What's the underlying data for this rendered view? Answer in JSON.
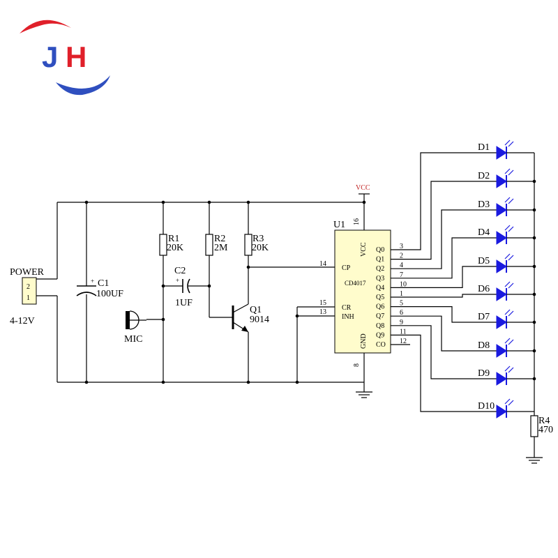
{
  "logo": {
    "left": "J",
    "right": "H",
    "colors": {
      "red": "#e0202a",
      "blue": "#2f4fbf"
    }
  },
  "power": {
    "title": "POWER",
    "pin_top": "2",
    "pin_bottom": "1",
    "voltage": "4-12V"
  },
  "c1": {
    "ref": "C1",
    "value": "100UF",
    "polarity": "+"
  },
  "mic": {
    "label": "MIC"
  },
  "r1": {
    "ref": "R1",
    "value": "20K"
  },
  "r2": {
    "ref": "R2",
    "value": "2M"
  },
  "r3": {
    "ref": "R3",
    "value": "20K"
  },
  "c2": {
    "ref": "C2",
    "value": "1UF",
    "polarity": "+"
  },
  "q1": {
    "ref": "Q1",
    "value": "9014"
  },
  "vcc": {
    "label": "VCC"
  },
  "u1": {
    "ref": "U1",
    "part": "CD4017",
    "pin_vcc_num": "16",
    "pin_gnd_num": "8",
    "left_pins": [
      {
        "name": "CP",
        "num": "14"
      },
      {
        "name": "CR",
        "num": "15"
      },
      {
        "name": "INH",
        "num": "13"
      }
    ],
    "vcc_label": "VCC",
    "gnd_label": "GND",
    "outputs": [
      {
        "name": "Q0",
        "num": "3"
      },
      {
        "name": "Q1",
        "num": "2"
      },
      {
        "name": "Q2",
        "num": "4"
      },
      {
        "name": "Q3",
        "num": "7"
      },
      {
        "name": "Q4",
        "num": "10"
      },
      {
        "name": "Q5",
        "num": "1"
      },
      {
        "name": "Q6",
        "num": "5"
      },
      {
        "name": "Q7",
        "num": "6"
      },
      {
        "name": "Q8",
        "num": "9"
      },
      {
        "name": "Q9",
        "num": "11"
      },
      {
        "name": "CO",
        "num": "12"
      }
    ]
  },
  "leds": [
    "D1",
    "D2",
    "D3",
    "D4",
    "D5",
    "D6",
    "D7",
    "D8",
    "D9",
    "D10"
  ],
  "r4": {
    "ref": "R4",
    "value": "470"
  },
  "colors": {
    "led": "#1a1adf",
    "chip": "#fffccc",
    "wire": "#000000"
  }
}
